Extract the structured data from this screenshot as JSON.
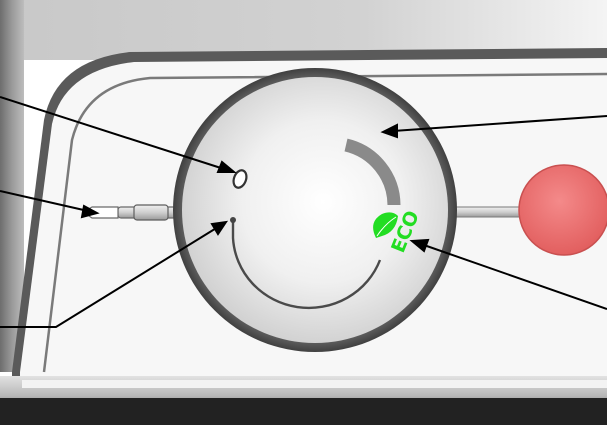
{
  "control_panel": {
    "eco_label": "ECO",
    "colors": {
      "panel_top": "#d4d4d4",
      "panel_face": "#f6f6f6",
      "knob_ring": "#5e5e5e",
      "knob_face": "#eeeeee",
      "arc_mark": "#4a4a4a",
      "band_mark": "#8a8a8a",
      "eco_green": "#22dd22",
      "indicator_lamp": "#ec6f6f",
      "leader_lines": "#000000"
    },
    "icons": [
      "zero-position-marker",
      "temperature-scale-arc",
      "max-band-marker",
      "eco-leaf-icon",
      "indicator-lamp",
      "pivot-pin"
    ]
  }
}
